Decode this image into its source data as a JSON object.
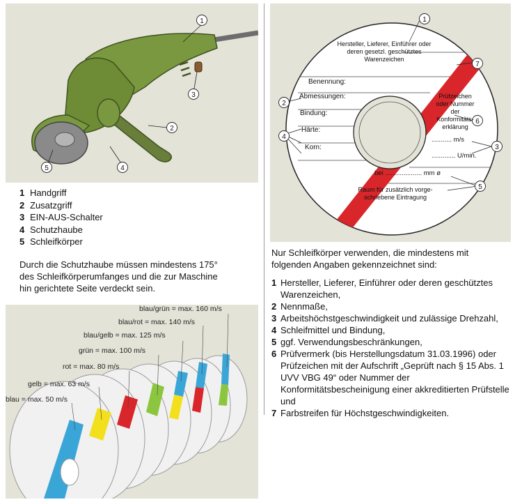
{
  "callout_numbers": [
    "1",
    "2",
    "3",
    "4",
    "5",
    "6",
    "7"
  ],
  "grinder_legend": [
    {
      "num": "1",
      "text": "Handgriff"
    },
    {
      "num": "2",
      "text": "Zusatzgriff"
    },
    {
      "num": "3",
      "text": "EIN-AUS-Schalter"
    },
    {
      "num": "4",
      "text": "Schutzhaube"
    },
    {
      "num": "5",
      "text": "Schleifkörper"
    }
  ],
  "guard_note": "Durch die Schutzhaube müssen mindestens 175° des Schleifkörperumfanges und die zur Maschine hin gerichtete Seite verdeckt sein.",
  "label_disc": {
    "manufacturer": "Hersteller, Lieferer, Einführer oder deren gesetzl. geschütztes Warenzeichen",
    "fields": [
      "Benennung:",
      "Abmessungen:",
      "Bindung:",
      "Härte:",
      "Korn:"
    ],
    "approval": "Prüfzeichen oder Nummer der Konformitäts-erklärung",
    "speed_ms": "........... m/s",
    "speed_rpm": "............. U/min.",
    "diameter": "bei .................... mm ø",
    "extra": "Raum für zusätzlich vorge-schriebene Eintragung"
  },
  "speed_labels": [
    "blau/grün = max. 160 m/s",
    "blau/rot = max. 140 m/s",
    "blau/gelb = max. 125 m/s",
    "grün = max. 100 m/s",
    "rot = max. 80 m/s",
    "gelb = max. 63 m/s",
    "blau = max. 50 m/s"
  ],
  "requirements_intro": "Nur Schleifkörper verwenden, die mindestens mit folgenden Angaben gekennzeichnet sind:",
  "requirements": [
    {
      "num": "1",
      "text": "Hersteller, Lieferer, Einführer oder deren geschütztes Warenzeichen,"
    },
    {
      "num": "2",
      "text": "Nennmaße,"
    },
    {
      "num": "3",
      "text": "Arbeitshöchstgeschwindigkeit und zulässige Drehzahl,"
    },
    {
      "num": "4",
      "text": "Schleifmittel und Bindung,"
    },
    {
      "num": "5",
      "text": "ggf. Verwendungsbeschränkungen,"
    },
    {
      "num": "6",
      "text": "Prüfvermerk (bis Herstellungsdatum 31.03.1996) oder Prüfzeichen mit der Aufschrift „Geprüft nach § 15 Abs. 1 UVV VBG 49“ oder Nummer der Konformitätsbescheinigung einer akkreditierten Prüfstelle und"
    },
    {
      "num": "7",
      "text": "Farbstreifen für Höchstgeschwindigkeiten."
    }
  ],
  "colors": {
    "panel": "#e4e3d8",
    "grinder_green": "#7a9840",
    "red_stripe": "#d8262b",
    "blue": "#3aa6d8",
    "yellow": "#f2e01c",
    "green": "#8cc63f"
  }
}
